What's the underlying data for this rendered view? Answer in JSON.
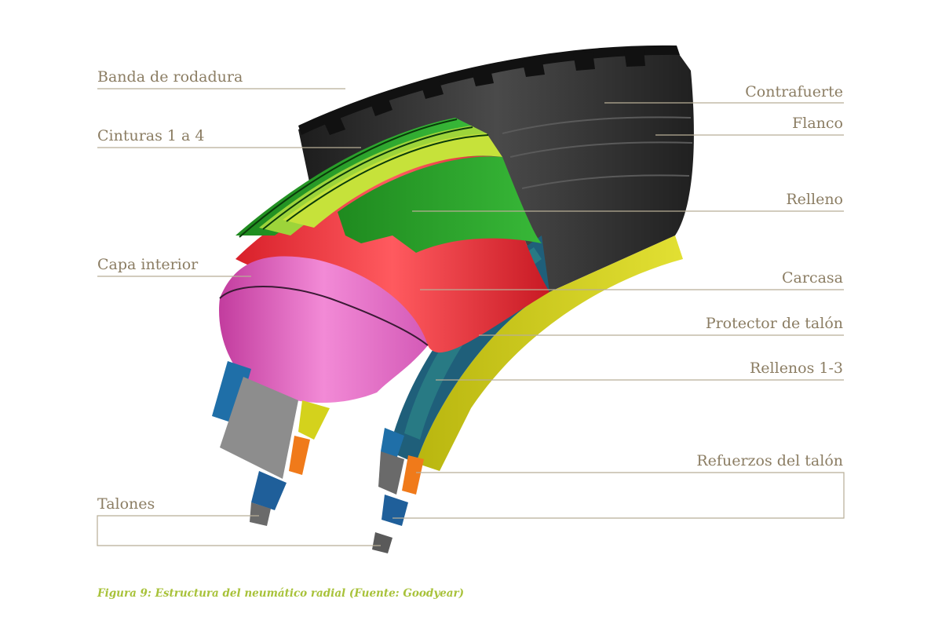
{
  "labels_left": {
    "banda": "Banda de rodadura",
    "cinturas": "Cinturas 1 a 4",
    "capa": "Capa interior",
    "talones": "Talones"
  },
  "labels_right": {
    "contrafuerte": "Contrafuerte",
    "flanco": "Flanco",
    "relleno": "Relleno",
    "carcasa": "Carcasa",
    "protector": "Protector de talón",
    "rellenos": "Rellenos 1-3",
    "refuerzos": "Refuerzos del talón"
  },
  "caption": "Figura 9: Estructura del neumático radial (Fuente: Goodyear)",
  "colors": {
    "label_text": "#8b7d63",
    "leader_line": "#b8ae96",
    "caption": "#a8c23a",
    "tread": "#2a2a2a",
    "belts": "#2fa52f",
    "carcass": "#f03c44",
    "inner_liner": "#ea6fc8",
    "bead_protector": "#d4d21c",
    "fillers": "#1f5f7a",
    "bead": "#8a8a8a"
  }
}
